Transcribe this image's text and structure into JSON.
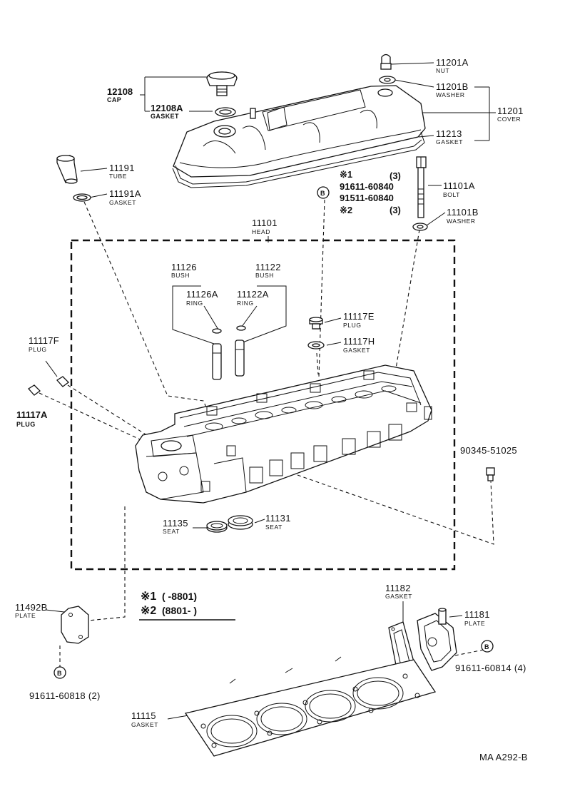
{
  "parts": {
    "nut": {
      "num": "11201A",
      "name": "NUT"
    },
    "washer_cover": {
      "num": "11201B",
      "name": "WASHER"
    },
    "cover": {
      "num": "11201",
      "name": "COVER"
    },
    "gasket_cover": {
      "num": "11213",
      "name": "GASKET"
    },
    "cap": {
      "num": "12108",
      "name": "CAP"
    },
    "gasket_cap": {
      "num": "12108A",
      "name": "GASKET"
    },
    "tube": {
      "num": "11191",
      "name": "TUBE"
    },
    "gasket_tube": {
      "num": "11191A",
      "name": "GASKET"
    },
    "bolt_note_1": {
      "mark": "※1",
      "qty": "(3)"
    },
    "bolt_part_a": "91611-60840",
    "bolt_part_b": "91511-60840",
    "bolt_note_2": {
      "mark": "※2",
      "qty": "(3)"
    },
    "bolt": {
      "num": "11101A",
      "name": "BOLT"
    },
    "washer_bolt": {
      "num": "11101B",
      "name": "WASHER"
    },
    "head": {
      "num": "11101",
      "name": "HEAD"
    },
    "bush_a": {
      "num": "11126",
      "name": "BUSH"
    },
    "bush_b": {
      "num": "11122",
      "name": "BUSH"
    },
    "ring_a": {
      "num": "11126A",
      "name": "RING"
    },
    "ring_b": {
      "num": "11122A",
      "name": "RING"
    },
    "plug_e": {
      "num": "11117E",
      "name": "PLUG"
    },
    "gasket_h": {
      "num": "11117H",
      "name": "GASKET"
    },
    "plug_f": {
      "num": "11117F",
      "name": "PLUG"
    },
    "plug_a": {
      "num": "11117A",
      "name": "PLUG"
    },
    "stud": {
      "num": "90345-51025"
    },
    "seat_a": {
      "num": "11135",
      "name": "SEAT"
    },
    "seat_b": {
      "num": "11131",
      "name": "SEAT"
    },
    "plate_b": {
      "num": "11492B",
      "name": "PLATE"
    },
    "plate_bolt": "91611-60818 (2)",
    "gasket_plate": {
      "num": "11182",
      "name": "GASKET"
    },
    "plate_rear": {
      "num": "11181",
      "name": "PLATE"
    },
    "plate_rear_bolt": "91611-60814 (4)",
    "head_gasket": {
      "num": "11115",
      "name": "GASKET"
    },
    "b_marker": "B"
  },
  "legend": {
    "row1_mark": "※1",
    "row1_range": "(      -8801)",
    "row2_mark": "※2",
    "row2_range": "(8801-      )"
  },
  "footer": {
    "code": "MA  A292-B"
  }
}
